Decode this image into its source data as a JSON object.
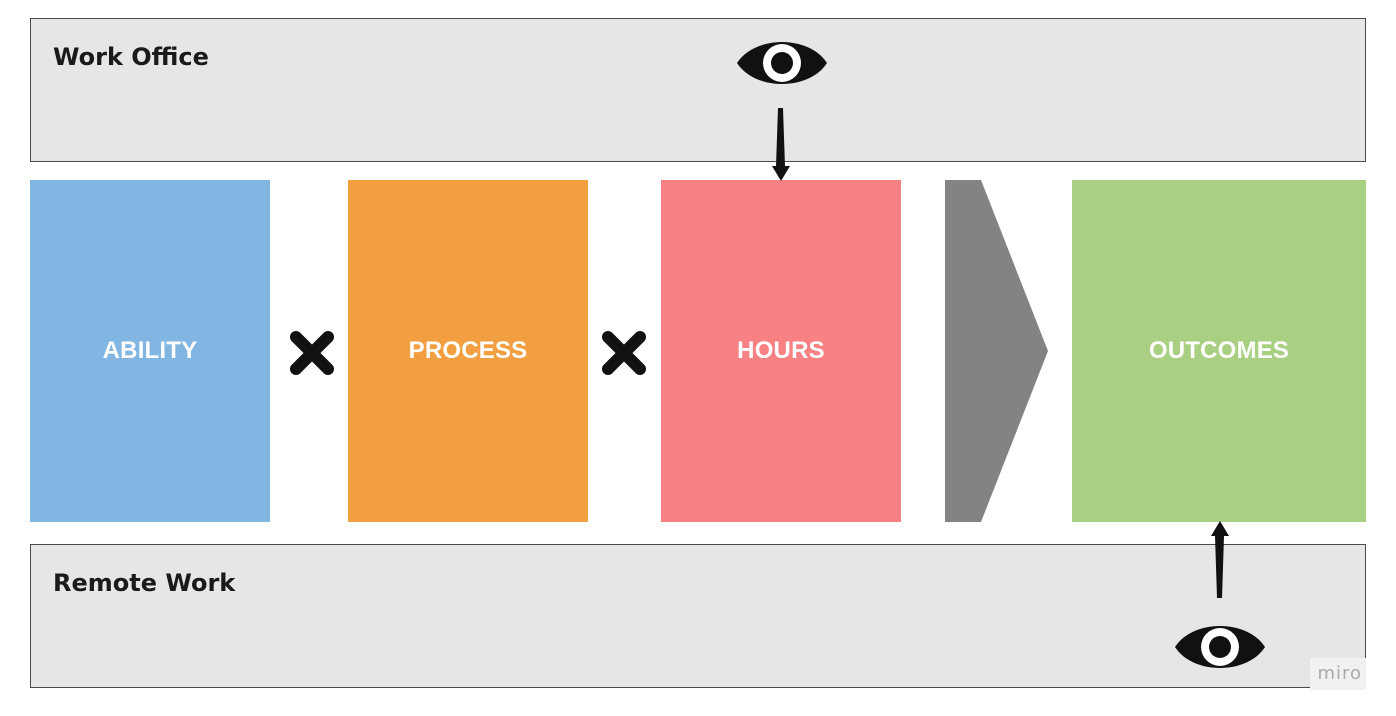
{
  "lanes": {
    "top": {
      "title": "Work Office"
    },
    "bottom": {
      "title": "Remote Work"
    }
  },
  "boxes": {
    "ability": {
      "label": "ABILITY",
      "color": "#82b6e2"
    },
    "process": {
      "label": "PROCESS",
      "color": "#f19f41"
    },
    "hours": {
      "label": "HOURS",
      "color": "#f78183"
    },
    "outcomes": {
      "label": "OUTCOMES",
      "color": "#a8cf82"
    }
  },
  "operators": {
    "first": "times-icon",
    "second": "times-icon",
    "result": "chevron-right-icon"
  },
  "observers": {
    "top": {
      "icon": "eye-icon",
      "watches": "HOURS"
    },
    "bottom": {
      "icon": "eye-icon",
      "watches": "OUTCOMES"
    }
  },
  "watermark": {
    "text": "miro"
  },
  "colors": {
    "lane_fill": "#e6e6e6",
    "lane_border": "#4a4a4a",
    "chevron": "#838383",
    "icon": "#111111"
  }
}
